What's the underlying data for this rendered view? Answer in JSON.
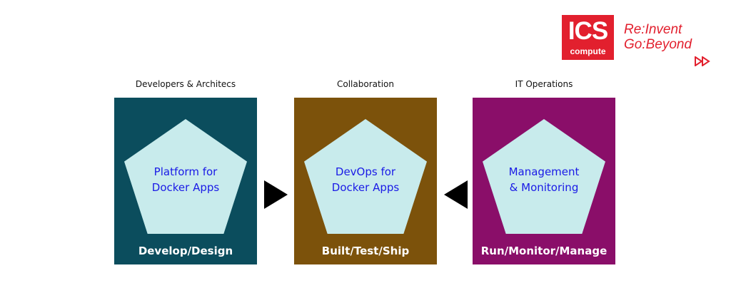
{
  "logo": {
    "main": "ICS",
    "sub": "compute",
    "tagline_1": "Re:Invent",
    "tagline_2": "Go:Beyond",
    "icon": "fast-forward-icon",
    "color": "#e2202e"
  },
  "columns": [
    {
      "header": "Developers & Architecs",
      "title": "Platform for Docker Apps",
      "line1": "Platform for",
      "line2": "Docker Apps",
      "footer": "Develop/Design",
      "color": "#0b4d5d"
    },
    {
      "header": "Collaboration",
      "title": "DevOps for Docker Apps",
      "line1": "DevOps for",
      "line2": "Docker Apps",
      "footer": "Built/Test/Ship",
      "color": "#7c520b"
    },
    {
      "header": "IT Operations",
      "title": "Management & Monitoring",
      "line1": "Management",
      "line2": "& Monitoring",
      "footer": "Run/Monitor/Manage",
      "color": "#8a0e69"
    }
  ],
  "arrows": [
    {
      "icon": "arrow-right-icon",
      "from": "Develop/Design",
      "to": "Built/Test/Ship"
    },
    {
      "icon": "arrow-left-icon",
      "from": "Run/Monitor/Manage",
      "to": "Built/Test/Ship"
    }
  ],
  "colors": {
    "pentagon": "#c8ebec",
    "pentagon_text": "#1a1ae6"
  }
}
